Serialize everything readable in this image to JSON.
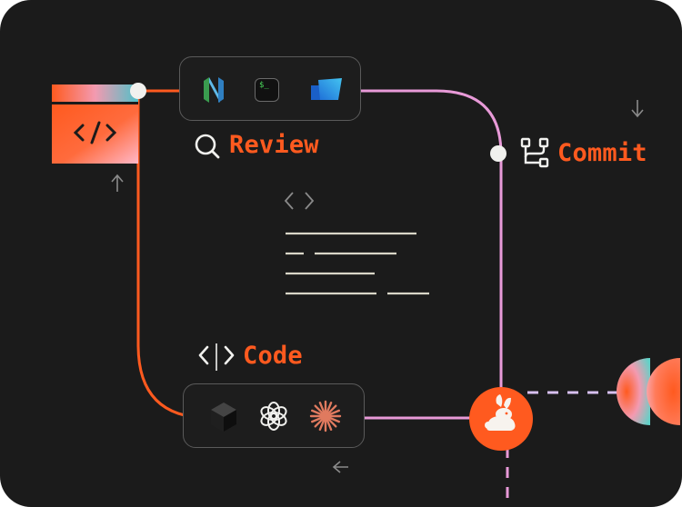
{
  "colors": {
    "background": "#1b1b1b",
    "accent": "#ff5a1f",
    "line_pink": "#e89ad8",
    "line_orange": "#ff5a1f",
    "text_light": "#f1f1ee",
    "muted": "#8a8a8a"
  },
  "workflow": {
    "review": {
      "label": "Review",
      "icon": "magnifier-icon"
    },
    "commit": {
      "label": "Commit",
      "icon": "git-branch-icon"
    },
    "code": {
      "label": "Code",
      "icon": "code-brackets-icon"
    }
  },
  "review_tools": [
    {
      "name": "neovim",
      "icon": "neovim-logo-icon"
    },
    {
      "name": "terminal",
      "icon": "terminal-icon",
      "glyph": "$_"
    },
    {
      "name": "azure-devops",
      "icon": "azure-devops-logo-icon"
    }
  ],
  "code_tools": [
    {
      "name": "cursor",
      "icon": "cursor-cube-logo-icon"
    },
    {
      "name": "openai",
      "icon": "openai-knot-logo-icon"
    },
    {
      "name": "claude",
      "icon": "claude-starburst-logo-icon"
    }
  ],
  "editor_window": {
    "icon": "code-slash-icon",
    "glyph": "</>"
  },
  "reviewer_badge": {
    "icon": "rabbit-icon"
  },
  "code_document": {
    "icon": "code-brackets-icon"
  }
}
